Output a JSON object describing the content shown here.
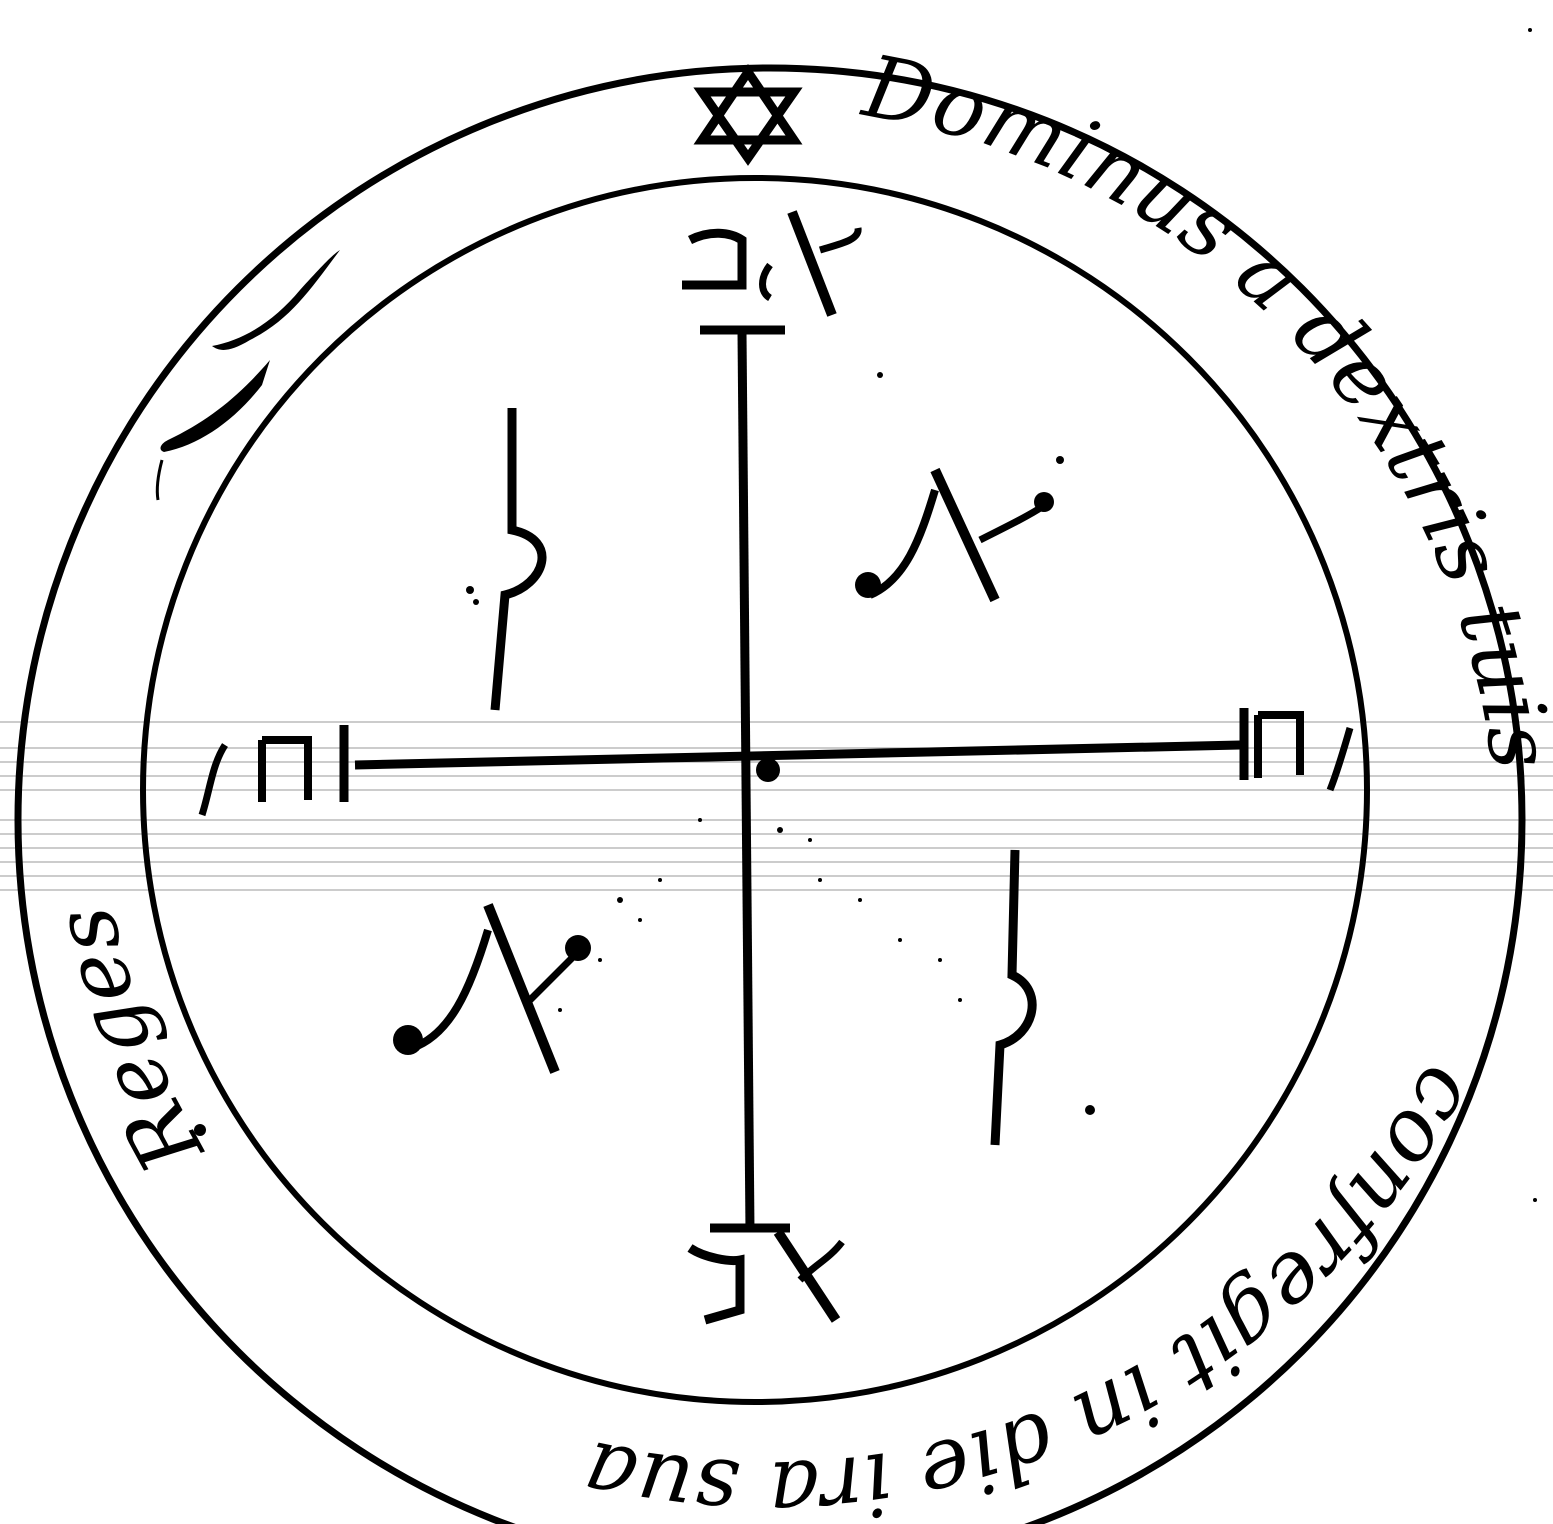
{
  "seal": {
    "legend_upper": "Dominus a dextris tuis",
    "legend_lower": "confregit in die ira sua",
    "legend_left": "Reges",
    "star_icon": "hexagram-icon",
    "figure_icon": "lightning-mark-icon"
  },
  "colors": {
    "ink": "#000000",
    "paper": "#ffffff",
    "scan_lines": "#9a9a9a"
  }
}
